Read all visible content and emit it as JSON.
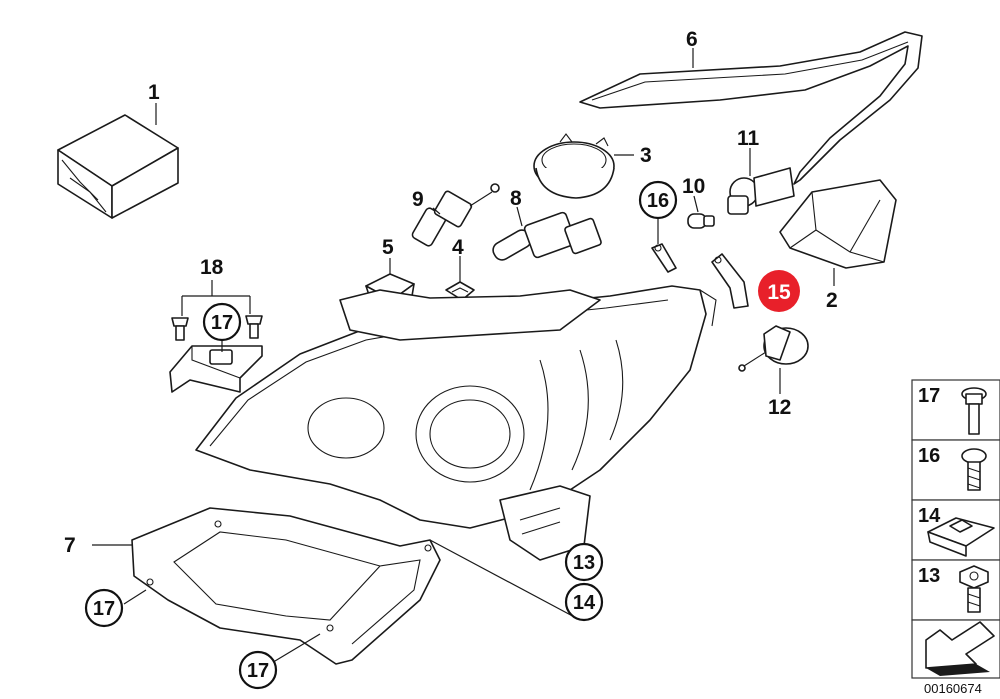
{
  "callouts": [
    {
      "id": "c1",
      "text": "1"
    },
    {
      "id": "c2",
      "text": "2"
    },
    {
      "id": "c3",
      "text": "3"
    },
    {
      "id": "c4",
      "text": "4"
    },
    {
      "id": "c5",
      "text": "5"
    },
    {
      "id": "c6",
      "text": "6"
    },
    {
      "id": "c7",
      "text": "7"
    },
    {
      "id": "c8",
      "text": "8"
    },
    {
      "id": "c9",
      "text": "9"
    },
    {
      "id": "c10",
      "text": "10"
    },
    {
      "id": "c11",
      "text": "11"
    },
    {
      "id": "c12",
      "text": "12"
    },
    {
      "id": "c18",
      "text": "18"
    }
  ],
  "circled_callouts": [
    {
      "id": "k16",
      "text": "16"
    },
    {
      "id": "k17a",
      "text": "17"
    },
    {
      "id": "k17b",
      "text": "17"
    },
    {
      "id": "k17c",
      "text": "17"
    },
    {
      "id": "k13",
      "text": "13"
    },
    {
      "id": "k14",
      "text": "14"
    }
  ],
  "highlighted_callout": {
    "text": "15",
    "color": "#e8202a"
  },
  "legend": [
    {
      "number": "17"
    },
    {
      "number": "16"
    },
    {
      "number": "14"
    },
    {
      "number": "13"
    }
  ],
  "reference_code": "00160674",
  "colors": {
    "line": "#1a1a1a",
    "highlight": "#e8202a",
    "background": "#ffffff"
  }
}
